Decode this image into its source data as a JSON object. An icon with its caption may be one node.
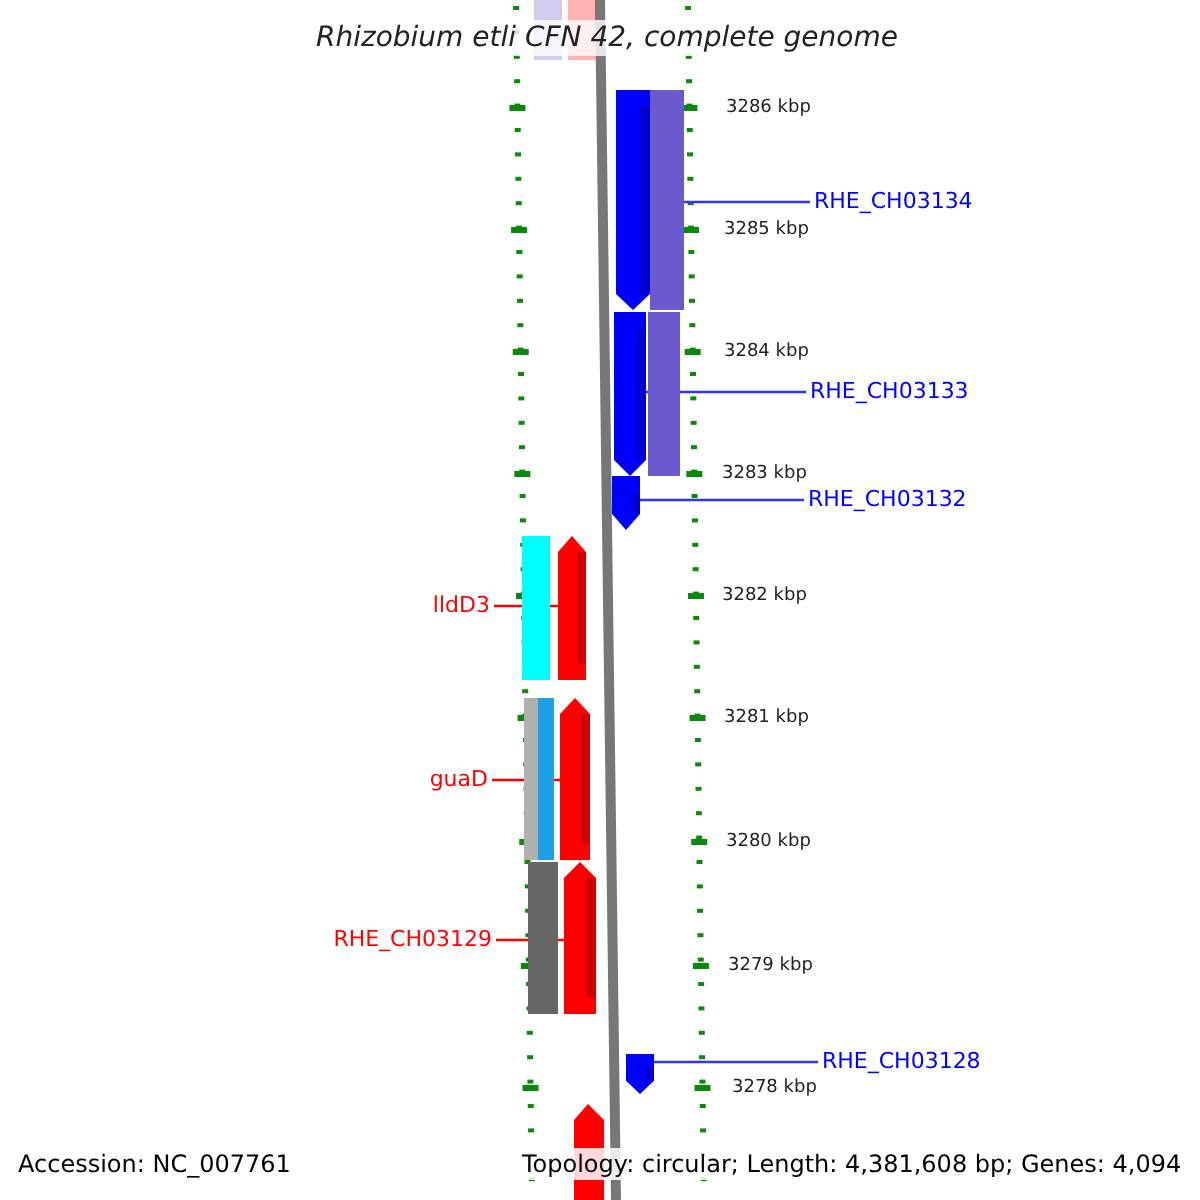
{
  "diagram": {
    "title": "Rhizobium etli CFN 42, complete genome",
    "nodes": [
      {
        "text": [
          "RHE_CH03134"
        ]
      },
      {
        "text": [],
        "shape": "bar"
      },
      {
        "text": [
          "RHE_CH03133"
        ]
      },
      {
        "text": [],
        "shape": "bar"
      },
      {
        "text": [
          "RHE_CH03132"
        ]
      },
      {
        "text": [],
        "shape": "bar"
      },
      {
        "text": [
          "lldD3"
        ]
      },
      {
        "text": [],
        "shape": "bar"
      },
      {
        "text": [
          "guaD"
        ]
      },
      {
        "text": [],
        "shape": "bar"
      },
      {
        "text": [
          "RHE_CH03129"
        ]
      },
      {
        "text": [],
        "shape": "bar"
      },
      {
        "text": [
          "RHE_CH03128"
        ]
      },
      {
        "text": [],
        "shape": "bar"
      }
    ],
    "edges": [
      {
        "from": 0,
        "to": 1,
        "arrow": "none"
      },
      {
        "from": 2,
        "to": 3,
        "arrow": "none"
      },
      {
        "from": 4,
        "to": 5,
        "arrow": "none"
      },
      {
        "from": 6,
        "to": 7,
        "arrow": "none",
        "color": "#ff0000"
      },
      {
        "from": 8,
        "to": 9,
        "arrow": "none",
        "color": "#ff0000"
      },
      {
        "from": 10,
        "to": 11,
        "arrow": "none",
        "color": "#ff0000"
      },
      {
        "from": 12,
        "to": 13,
        "arrow": "none"
      }
    ],
    "labels": [
      "3286 kbp",
      "3285 kbp",
      "3284 kbp",
      "3283 kbp",
      "3282 kbp",
      "3281 kbp",
      "3280 kbp",
      "3279 kbp",
      "3278 kbp",
      "Accession: NC_007761",
      "Topology: circular; Length: 4,381,608 bp; Genes: 4,094"
    ]
  }
}
